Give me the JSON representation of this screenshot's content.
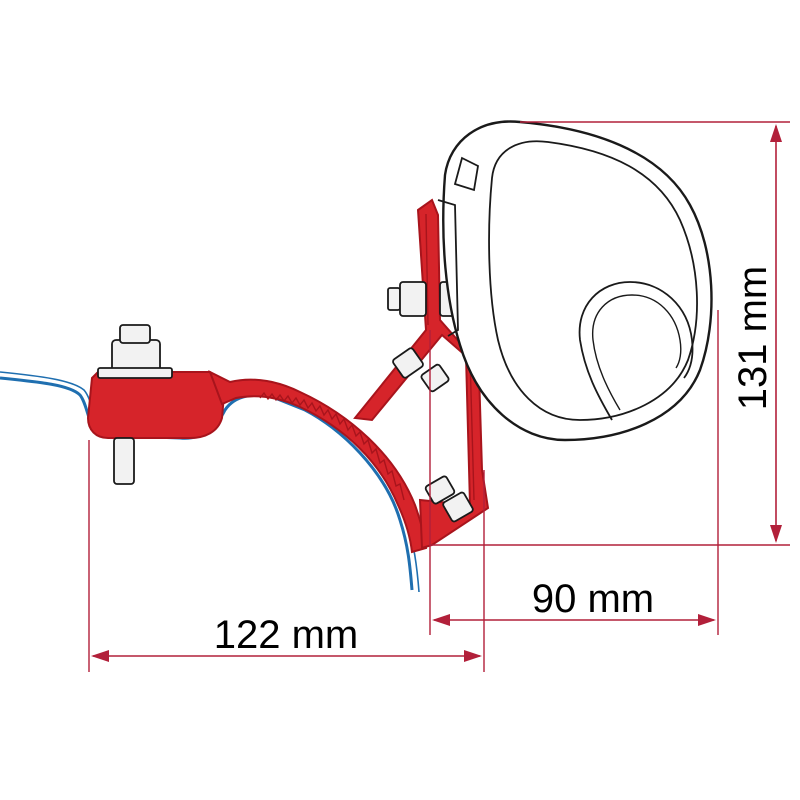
{
  "dimensions": {
    "height": {
      "label": "131 mm",
      "value": 131,
      "unit": "mm"
    },
    "projection": {
      "label": "90 mm",
      "value": 90,
      "unit": "mm"
    },
    "width": {
      "label": "122 mm",
      "value": 122,
      "unit": "mm"
    }
  },
  "colors": {
    "bracket": "#d6242a",
    "bracket_dark": "#a8141c",
    "dimension_line": "#b2203a",
    "vehicle_rail": "#1f6fb0",
    "outline": "#1a1a1a",
    "cassette_fill": "#ffffff",
    "bolt_fill": "#f2f2f2"
  }
}
